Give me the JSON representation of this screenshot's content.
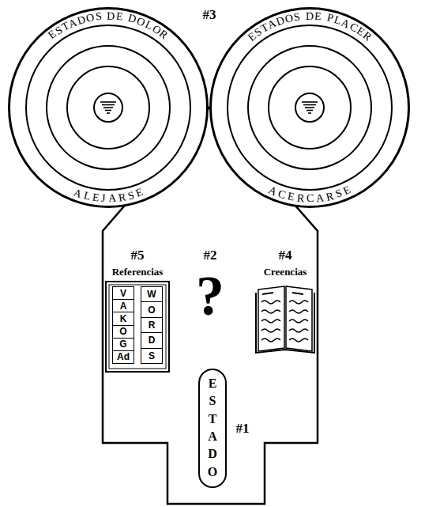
{
  "diagram": {
    "nodes": [
      {
        "text": [
          "ESTADOS DE DOLOR",
          "ALEJARSE"
        ]
      },
      {
        "text": [
          "ESTADOS DE PLACER",
          "ACERCARSE"
        ]
      },
      {
        "text": [
          "?"
        ]
      },
      {
        "text": [
          "Referencias"
        ],
        "in": 2
      },
      {
        "text": [
          "V",
          "A",
          "K",
          "O",
          "G",
          "Ad"
        ],
        "in": 3
      },
      {
        "text": [
          "W",
          "O",
          "R",
          "D",
          "S"
        ],
        "in": 3
      },
      {
        "text": [
          "Creencias"
        ],
        "in": 2
      },
      {
        "text": [
          "ESTADO"
        ],
        "in": 2
      }
    ],
    "labels": [
      "#3",
      "#2",
      "#5",
      "#4",
      "#1"
    ]
  }
}
